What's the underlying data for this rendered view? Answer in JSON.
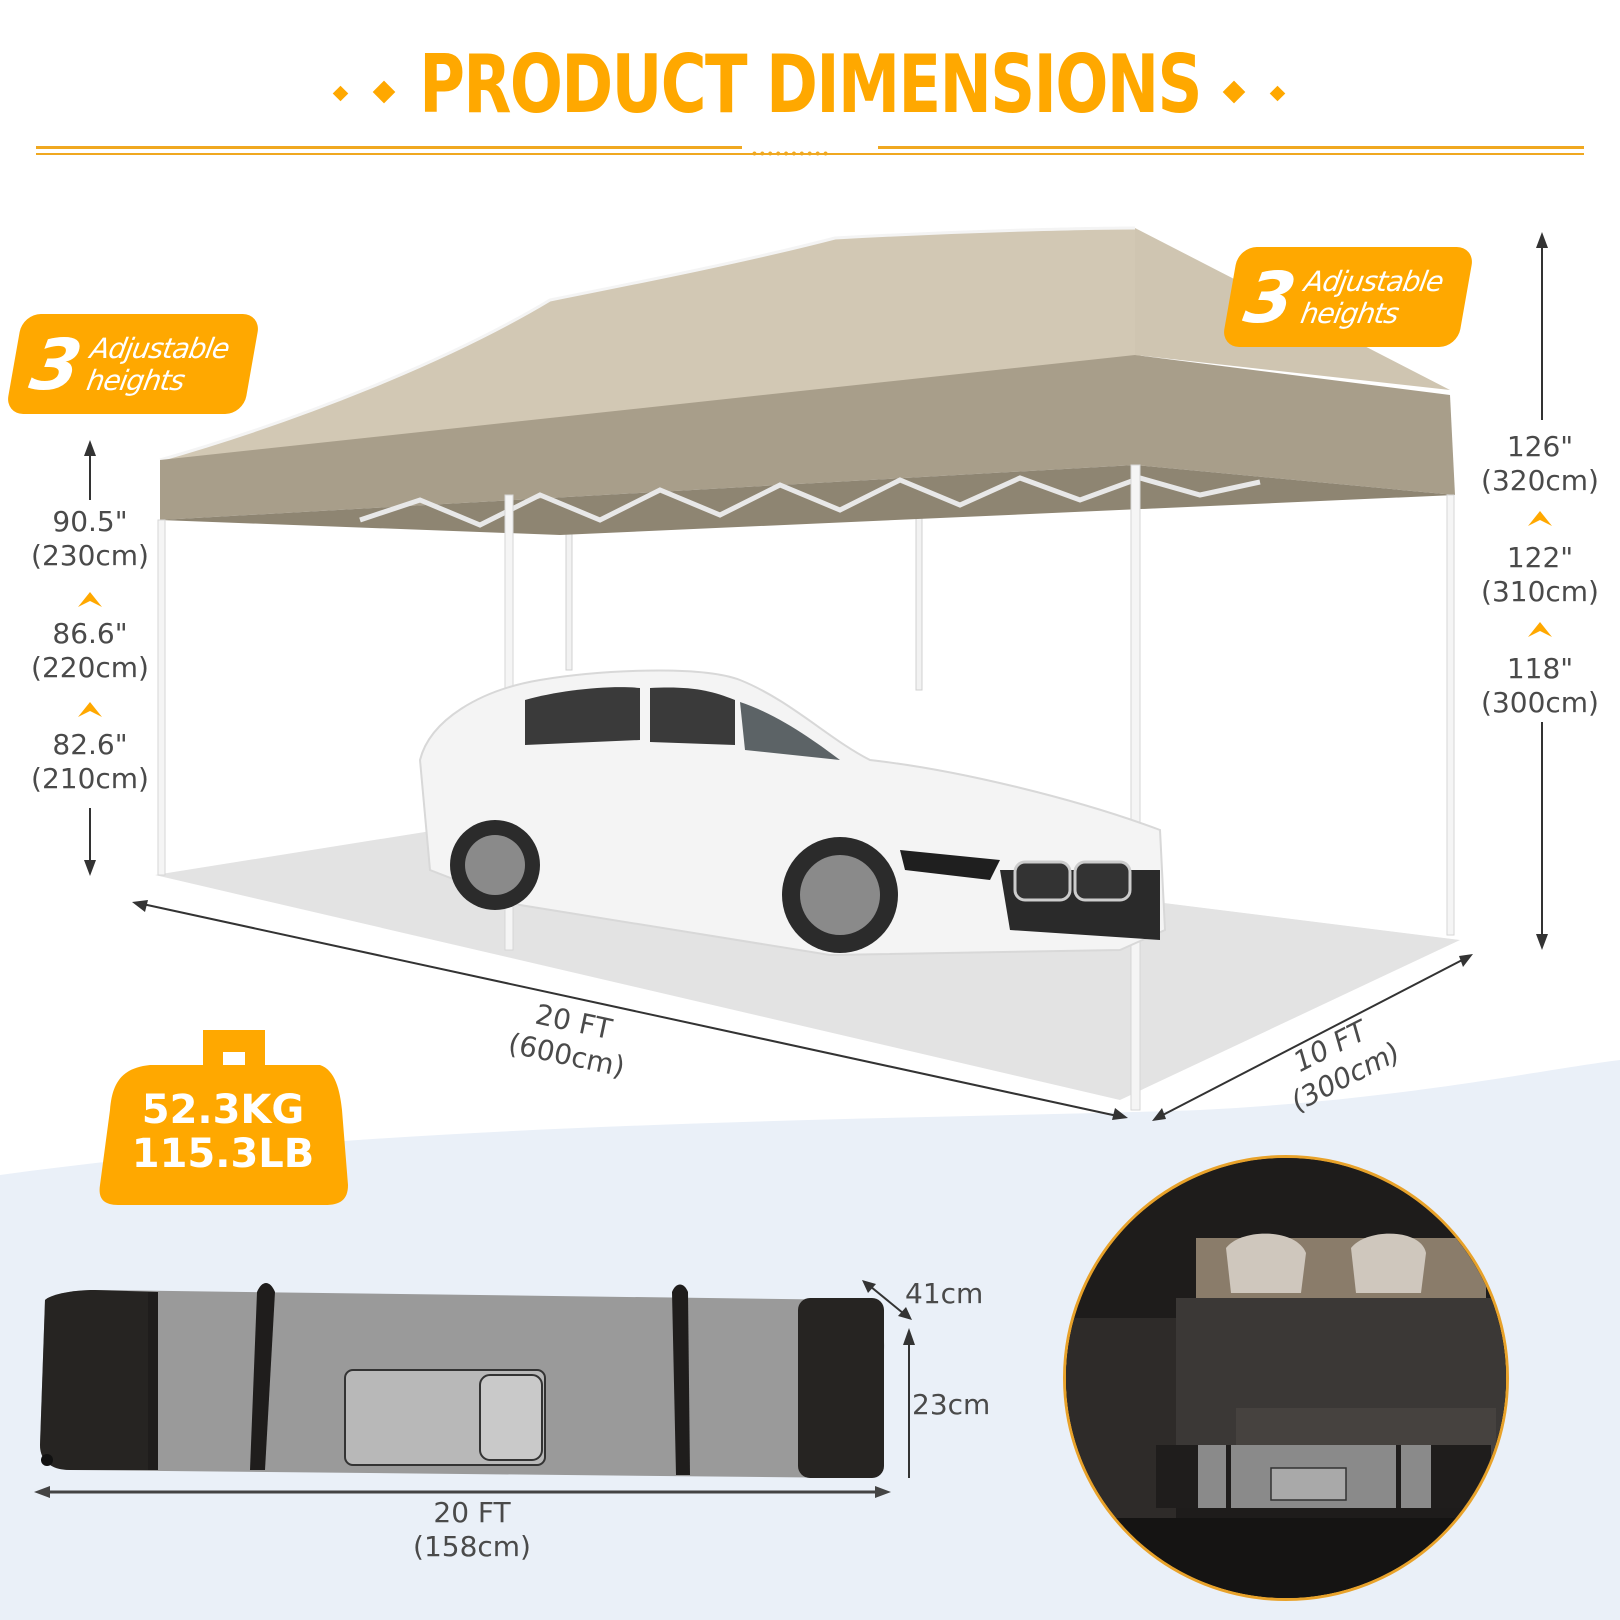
{
  "header": {
    "title": "PRODUCT DIMENSIONS"
  },
  "badges": {
    "left": {
      "number": "3",
      "line1": "Adjustable",
      "line2": "heights"
    },
    "right": {
      "number": "3",
      "line1": "Adjustable",
      "line2": "heights"
    }
  },
  "leg_heights": {
    "h1": {
      "in": "90.5\"",
      "cm": "(230cm)"
    },
    "h2": {
      "in": "86.6\"",
      "cm": "(220cm)"
    },
    "h3": {
      "in": "82.6\"",
      "cm": "(210cm)"
    }
  },
  "peak_heights": {
    "h1": {
      "in": "126\"",
      "cm": "(320cm)"
    },
    "h2": {
      "in": "122\"",
      "cm": "(310cm)"
    },
    "h3": {
      "in": "118\"",
      "cm": "(300cm)"
    }
  },
  "footprint": {
    "length": {
      "ft": "20 FT",
      "cm": "(600cm)"
    },
    "width": {
      "ft": "10 FT",
      "cm": "(300cm)"
    }
  },
  "weight": {
    "kg": "52.3KG",
    "lb": "115.3LB"
  },
  "bag": {
    "depth": "41cm",
    "height": "23cm",
    "length_ft": "20 FT",
    "length_cm": "(158cm)"
  },
  "colors": {
    "accent": "#FFA800",
    "canopy_top": "#D2C8B4",
    "canopy_side": "#A89E8A",
    "text": "#4A4A4A",
    "lower_bg": "#EAF0F8"
  }
}
